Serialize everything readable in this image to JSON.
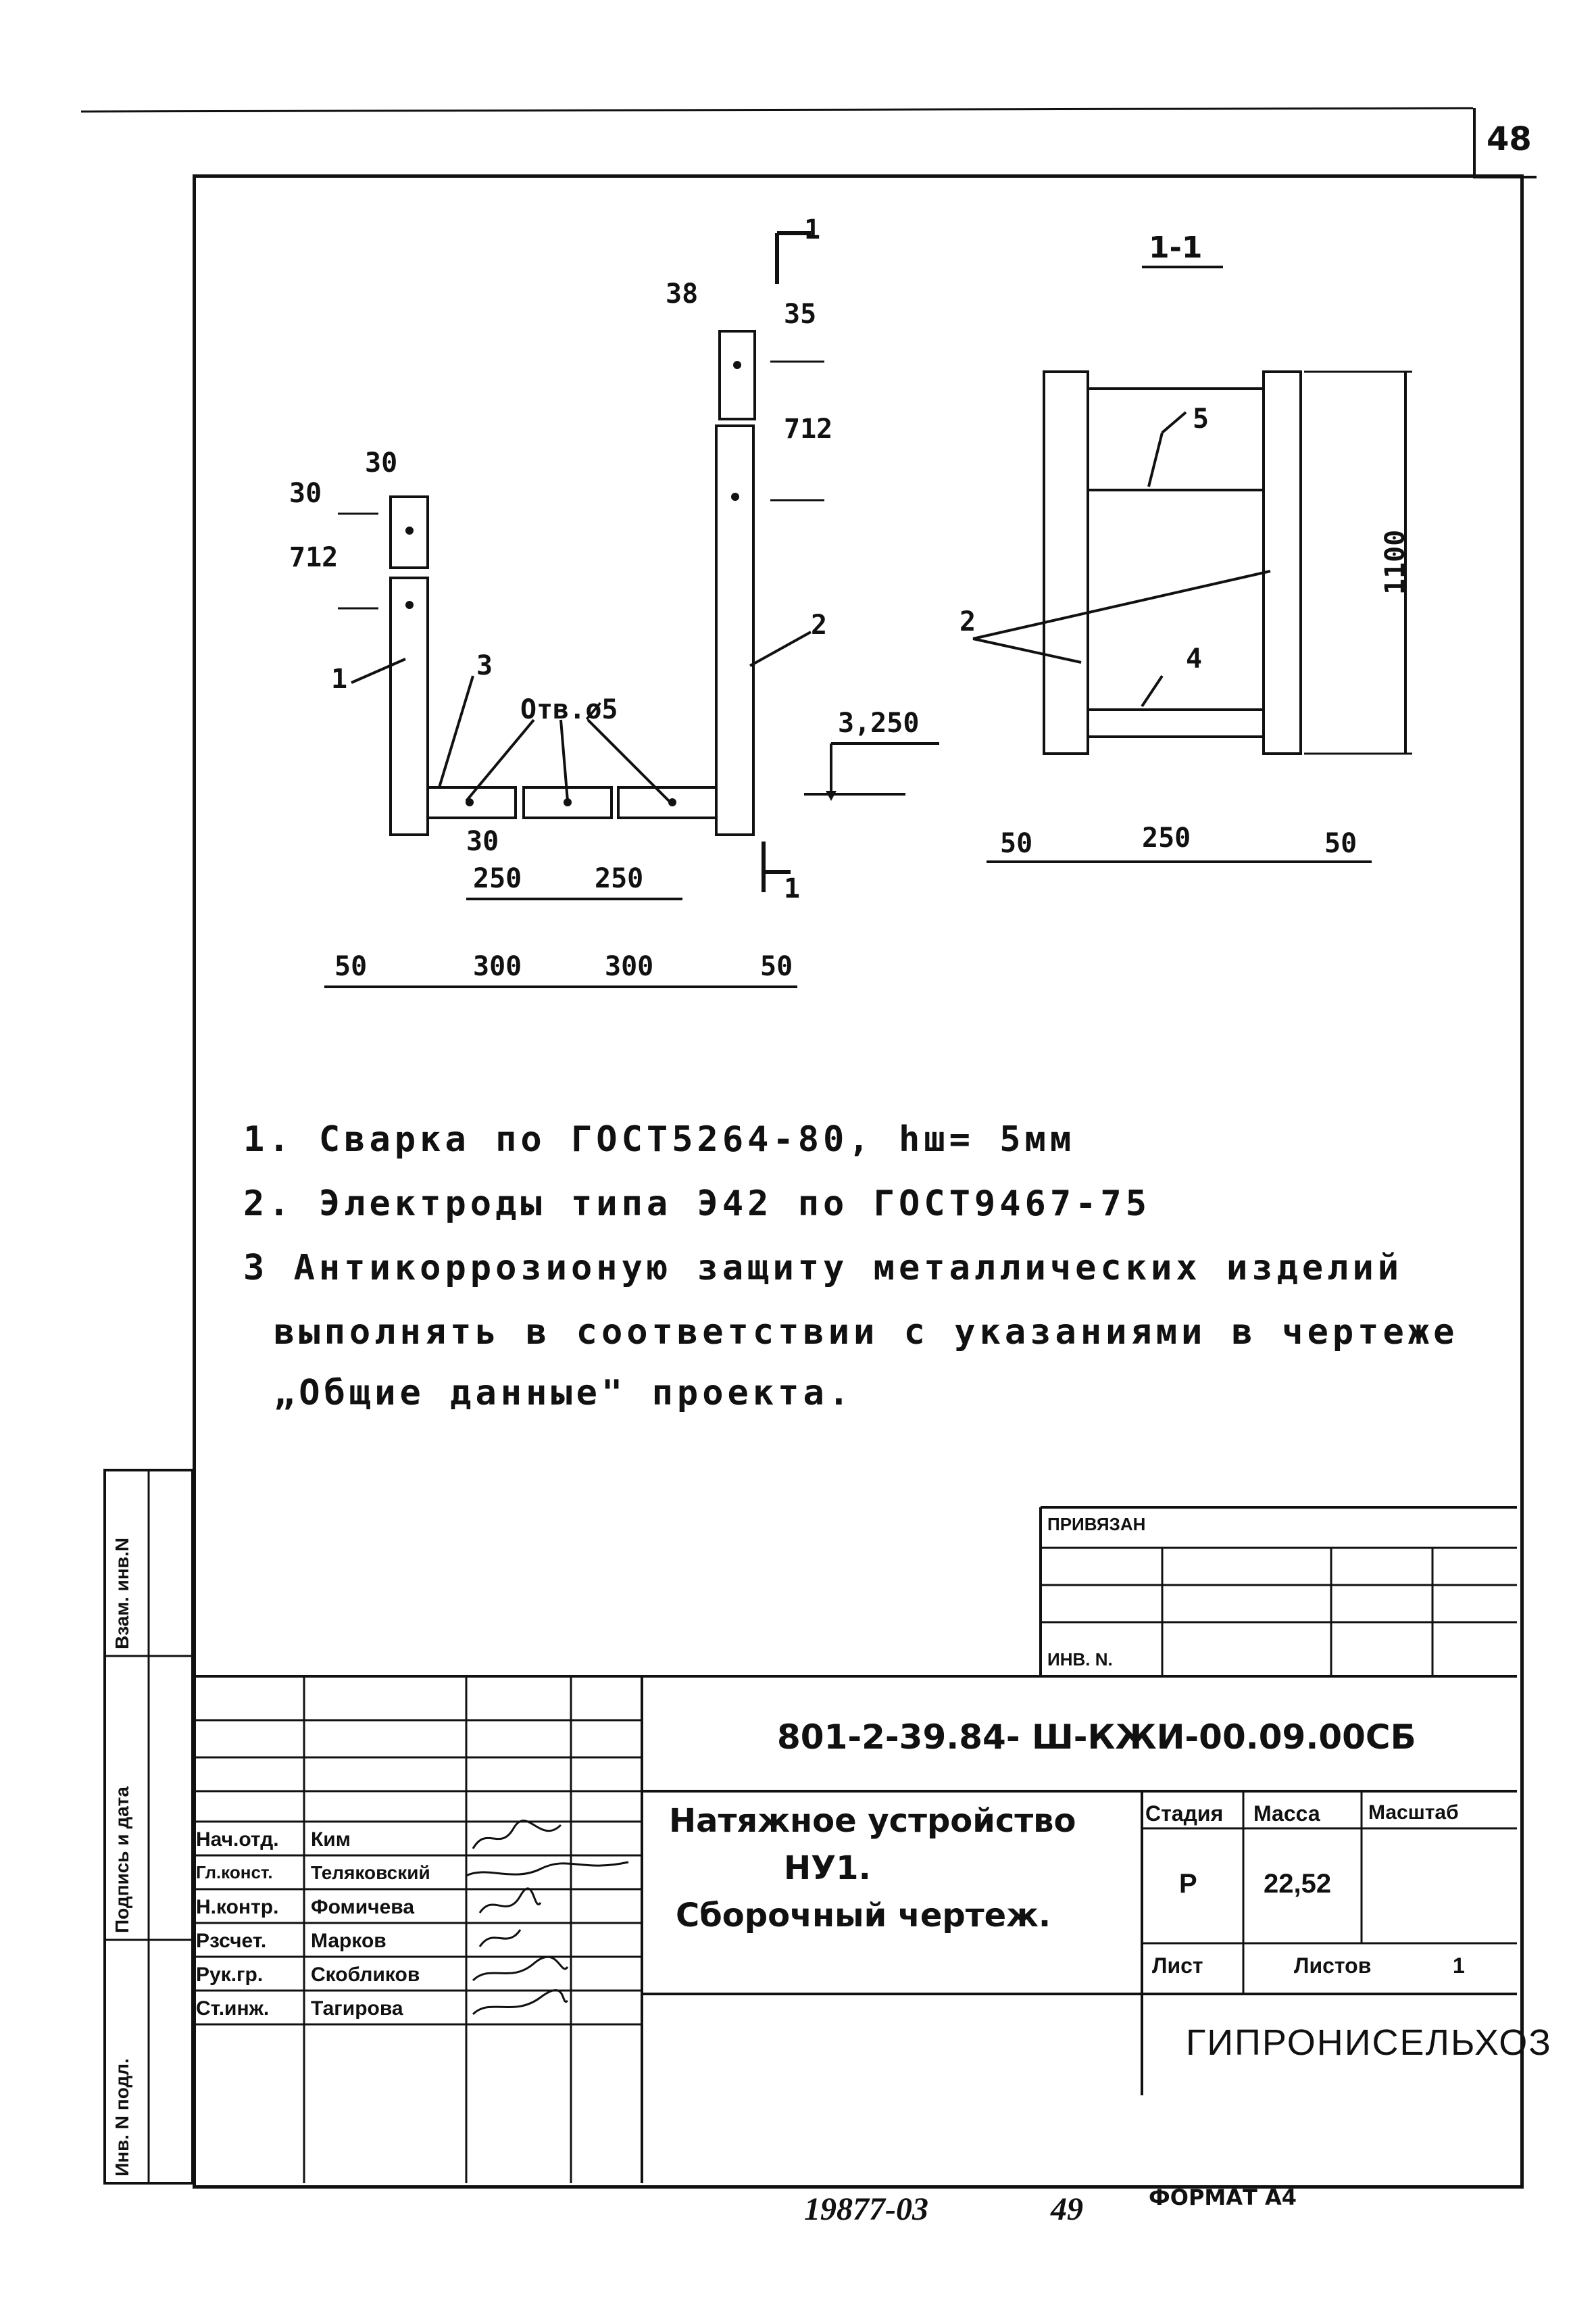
{
  "sheet": {
    "page_number": "48",
    "bottom_left_number": "19877-03",
    "bottom_page": "49",
    "format": "ФОРМАТ А4"
  },
  "drawing": {
    "section_mark_top": "1",
    "section_mark_bottom": "1",
    "section_title": "1-1",
    "elevation": "3,250",
    "hole_label": "Отв.ø5",
    "labels": {
      "pos1": "1",
      "pos2": "2",
      "pos3": "3",
      "pos4": "4",
      "pos5": "5",
      "pos2_section": "2"
    },
    "dims": {
      "top_w": "30",
      "top_h": "30",
      "left_712": "712",
      "right_top_w": "38",
      "right_top_h": "35",
      "right_712": "712",
      "bottom_30": "30",
      "b250a": "250",
      "b250b": "250",
      "b50l": "50",
      "b300a": "300",
      "b300b": "300",
      "b50r": "50",
      "s50l": "50",
      "s250": "250",
      "s50r": "50",
      "s1100": "1100"
    }
  },
  "notes": [
    "1. Сварка по ГОСТ5264-80, hш= 5мм",
    "2. Электроды типа Э42 по ГОСТ9467-75",
    "3 Антикоррозионую защиту металлических изделий",
    "выполнять в соответствии с указаниями в чертеже",
    "„Общие данные\" проекта."
  ],
  "title_block": {
    "privyazan": "ПРИВЯЗАН",
    "inv_no": "ИНВ. N.",
    "document_code": "801-2-39.84- Ш-КЖИ-00.09.00СБ",
    "title_lines": [
      "Натяжное устройство",
      "НУ1.",
      "Сборочный чертеж."
    ],
    "stage_label": "Стадия",
    "mass_label": "Масса",
    "scale_label": "Масштаб",
    "stage": "Р",
    "mass": "22,52",
    "sheet_label": "Лист",
    "sheets_label": "Листов",
    "sheets_count": "1",
    "organization": "ГИПРОНИСЕЛЬХОЗ",
    "signatures": [
      {
        "role": "Нач.отд.",
        "name": "Ким"
      },
      {
        "role": "Гл.конст.",
        "name": "Теляковский"
      },
      {
        "role": "Н.контр.",
        "name": "Фомичева"
      },
      {
        "role": "Рзсчет.",
        "name": "Марков"
      },
      {
        "role": "Рук.гр.",
        "name": "Скобликов"
      },
      {
        "role": "Ст.инж.",
        "name": "Тагирова"
      }
    ]
  },
  "side_stamp": {
    "vzam": "Взам. инв.N",
    "podpis": "Подпись и дата",
    "inv_podl": "Инв. N подл."
  }
}
